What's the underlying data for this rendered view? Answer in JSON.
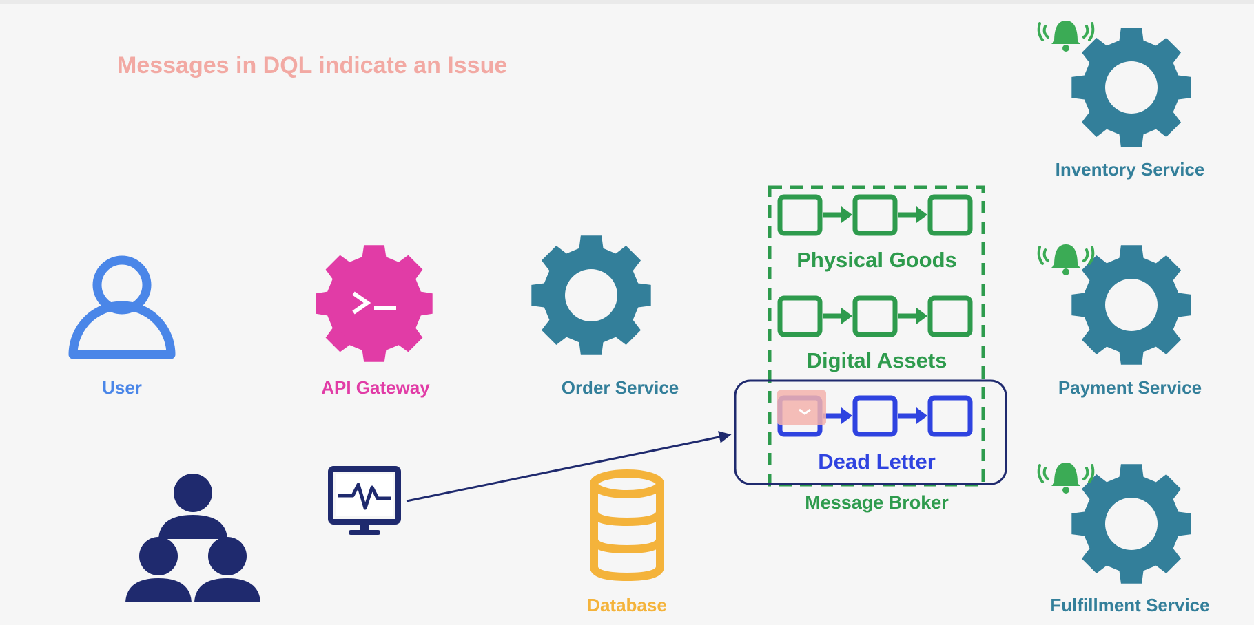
{
  "title": "Messages in DQL indicate an Issue",
  "colors": {
    "title": "#f2a9a3",
    "user": "#4a86e8",
    "gateway": "#e13ca6",
    "service": "#337f9a",
    "broker": "#2e9b4d",
    "dead_letter": "#2f43e0",
    "navy": "#1f2a6e",
    "database": "#f4b33b",
    "bell": "#3bab55",
    "highlight": "#f3b3ad"
  },
  "nodes": {
    "user": {
      "label": "User",
      "icon": "person-outline-icon"
    },
    "api_gateway": {
      "label": "API Gateway",
      "icon": "terminal-gear-icon"
    },
    "order_service": {
      "label": "Order Service",
      "icon": "gear-icon"
    },
    "database": {
      "label": "Database",
      "icon": "database-icon"
    },
    "monitor": {
      "icon": "monitor-pulse-icon"
    },
    "team": {
      "icon": "team-hierarchy-icon"
    }
  },
  "broker": {
    "label": "Message Broker",
    "queues": [
      {
        "name": "Physical Goods"
      },
      {
        "name": "Digital Assets"
      },
      {
        "name": "Dead Letter"
      }
    ]
  },
  "services": [
    {
      "label": "Inventory Service",
      "icon": "gear-icon",
      "alert_icon": "bell-ringing-icon"
    },
    {
      "label": "Payment Service",
      "icon": "gear-icon",
      "alert_icon": "bell-ringing-icon"
    },
    {
      "label": "Fulfillment Service",
      "icon": "gear-icon",
      "alert_icon": "bell-ringing-icon"
    }
  ]
}
